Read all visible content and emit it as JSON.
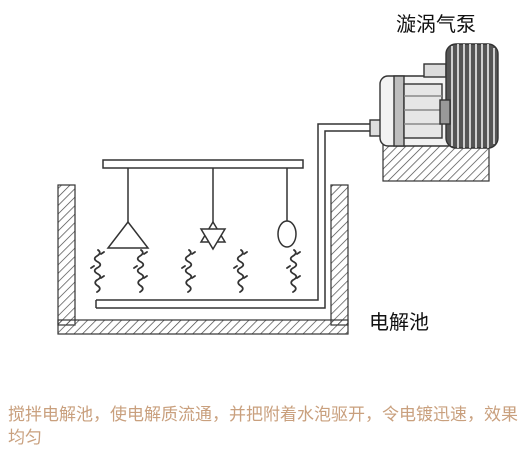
{
  "labels": {
    "pump": "漩涡气泵",
    "tank": "电解池"
  },
  "caption": "搅拌电解池，使电解质流通，并把附着水泡驱开，令电镀迅速，效果均匀",
  "colors": {
    "line": "#333333",
    "caption": "#c9a07e"
  },
  "icons": {
    "pump": "vortex-air-pump-icon",
    "anodes": [
      "triangle-anode-icon",
      "star-anode-icon",
      "oval-anode-icon"
    ],
    "bubbles": "bubble-stream-icon"
  }
}
